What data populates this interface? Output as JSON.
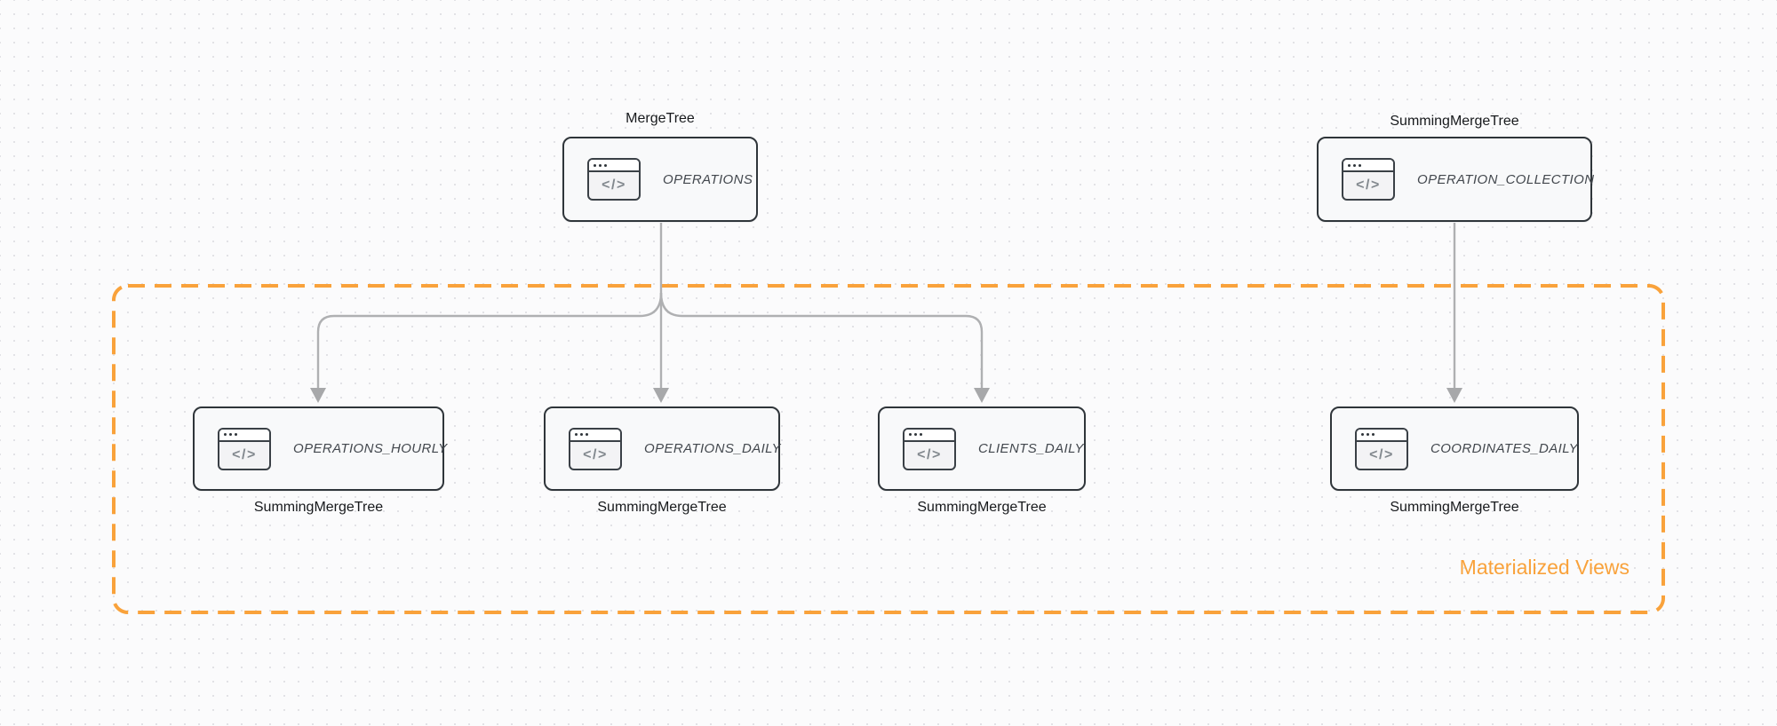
{
  "group": {
    "label": "Materialized Views"
  },
  "nodes": {
    "operations": {
      "label": "OPERATIONS",
      "engine": "MergeTree"
    },
    "operation_collection": {
      "label": "OPERATION_COLLECTION",
      "engine": "SummingMergeTree"
    },
    "operations_hourly": {
      "label": "OPERATIONS_HOURLY",
      "engine": "SummingMergeTree"
    },
    "operations_daily": {
      "label": "OPERATIONS_DAILY",
      "engine": "SummingMergeTree"
    },
    "clients_daily": {
      "label": "CLIENTS_DAILY",
      "engine": "SummingMergeTree"
    },
    "coordinates_daily": {
      "label": "COORDINATES_DAILY",
      "engine": "SummingMergeTree"
    }
  },
  "icons": {
    "code_glyph": "</>"
  },
  "edges": [
    {
      "from": "OPERATIONS",
      "to": "OPERATIONS_HOURLY"
    },
    {
      "from": "OPERATIONS",
      "to": "OPERATIONS_DAILY"
    },
    {
      "from": "OPERATIONS",
      "to": "CLIENTS_DAILY"
    },
    {
      "from": "OPERATION_COLLECTION",
      "to": "COORDINATES_DAILY"
    }
  ],
  "colors": {
    "accent_orange": "#F9A23B",
    "node_border": "#2F353A",
    "node_fill": "#F8F9FA",
    "connector_gray": "#AFB0B2",
    "node_label_text": "#43484E",
    "engine_label_text": "#17191C"
  }
}
